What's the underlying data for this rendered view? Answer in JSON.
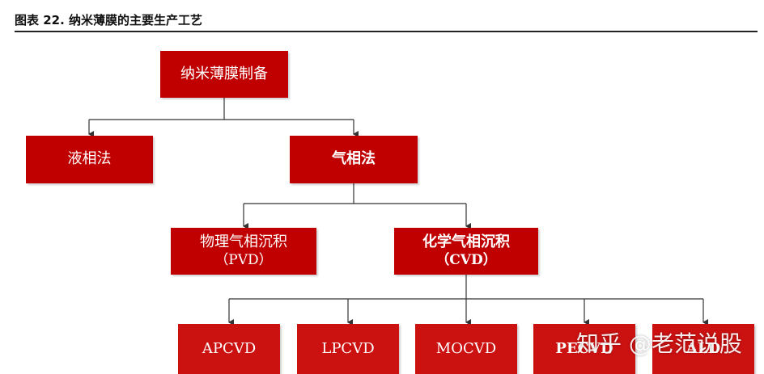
{
  "title": "图表 22. 纳米薄膜的主要生产工艺",
  "colors": {
    "box_fill": "#c00000",
    "box_fill_bottom": "#cc1111",
    "line": "#333333"
  },
  "nodes": {
    "root": {
      "label": "纳米薄膜制备"
    },
    "liquid": {
      "label": "液相法"
    },
    "gas": {
      "label": "气相法"
    },
    "pvd": {
      "line1": "物理气相沉积",
      "line2": "（PVD）"
    },
    "cvd": {
      "line1": "化学气相沉积",
      "line2": "（CVD）"
    },
    "apcvd": {
      "label": "APCVD"
    },
    "lpcvd": {
      "label": "LPCVD"
    },
    "mocvd": {
      "label": "MOCVD"
    },
    "pecvd": {
      "label": "PECVD"
    },
    "ald": {
      "label": "ALD"
    }
  },
  "watermark": "知乎 @老范说股"
}
